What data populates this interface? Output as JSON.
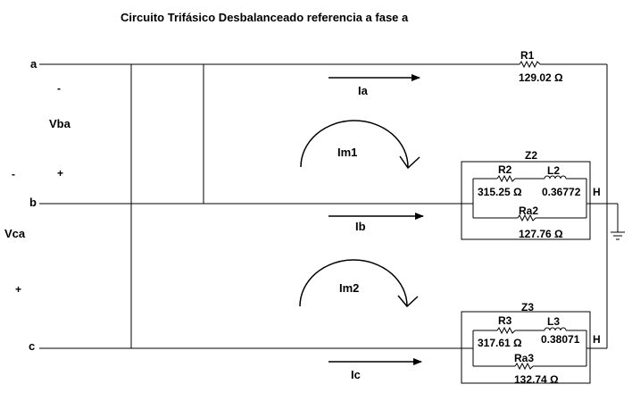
{
  "title": "Circuito Trifásico Desbalanceado referencia a fase a",
  "nodes": {
    "a": "a",
    "b": "b",
    "c": "c"
  },
  "voltages": {
    "vba": {
      "name": "Vba",
      "minus": "-",
      "plus": "+"
    },
    "vca": {
      "name": "Vca",
      "minus": "-",
      "plus": "+"
    }
  },
  "currents": {
    "ia": "Ia",
    "ib": "Ib",
    "ic": "Ic"
  },
  "meshes": {
    "m1": "Im1",
    "m2": "Im2"
  },
  "components": {
    "r1": {
      "name": "R1",
      "value": "129.02 Ω"
    },
    "z2": {
      "name": "Z2",
      "r": {
        "name": "R2",
        "value": "315.25 Ω"
      },
      "l": {
        "name": "L2",
        "value": "0.36772",
        "unit": "H"
      },
      "ra": {
        "name": "Ra2",
        "value": "127.76 Ω"
      }
    },
    "z3": {
      "name": "Z3",
      "r": {
        "name": "R3",
        "value": "317.61 Ω"
      },
      "l": {
        "name": "L3",
        "value": "0.38071",
        "unit": "H"
      },
      "ra": {
        "name": "Ra3",
        "value": "132.74 Ω"
      }
    }
  }
}
